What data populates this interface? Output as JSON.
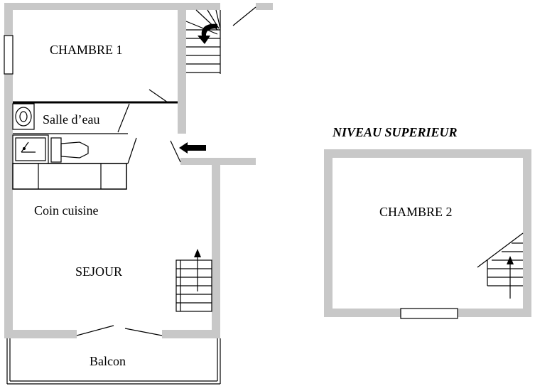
{
  "rooms": {
    "chambre_1": "CHAMBRE 1",
    "salle_eau": "Salle d’eau",
    "coin_cuisine": "Coin cuisine",
    "sejour": "SEJOUR",
    "balcon": "Balcon",
    "niveau_superieur": "NIVEAU SUPERIEUR",
    "chambre_2": "CHAMBRE 2"
  },
  "colors": {
    "wall": "#c8c8c8",
    "line": "#000000",
    "background": "#ffffff"
  }
}
